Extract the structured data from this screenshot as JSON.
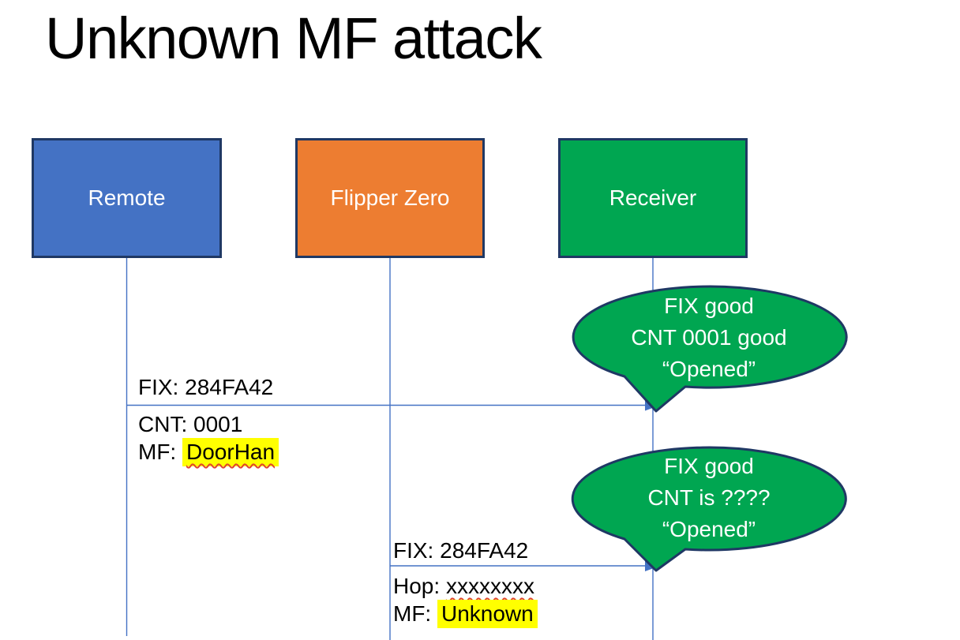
{
  "title": "Unknown MF attack",
  "actors": [
    {
      "label": "Remote"
    },
    {
      "label": "Flipper Zero"
    },
    {
      "label": "Receiver"
    }
  ],
  "messages": [
    {
      "line1": "FIX: 284FA42",
      "line2": "CNT: 0001",
      "line3_prefix": "MF: ",
      "line3_value": "DoorHan"
    },
    {
      "line1": "FIX: 284FA42",
      "line2_prefix": "Hop: ",
      "line2_value": "xxxxxxxx",
      "line3_prefix": "MF: ",
      "line3_value": "Unknown"
    }
  ],
  "callouts": [
    {
      "line1": "FIX good",
      "line2": "CNT 0001 good",
      "line3": "“Opened”"
    },
    {
      "line1": "FIX good",
      "line2": "CNT is ????",
      "line3": "“Opened”"
    }
  ],
  "colors": {
    "background": "#FFFFFF",
    "actor_blue": "#4472C4",
    "actor_orange": "#ED7D31",
    "actor_green": "#00A651",
    "outline_navy": "#1F3864",
    "connector_blue": "#4472C4",
    "highlight_yellow": "#FFFF00",
    "squiggle_red": "#E0442C",
    "text_black": "#000000",
    "text_white": "#FFFFFF"
  }
}
